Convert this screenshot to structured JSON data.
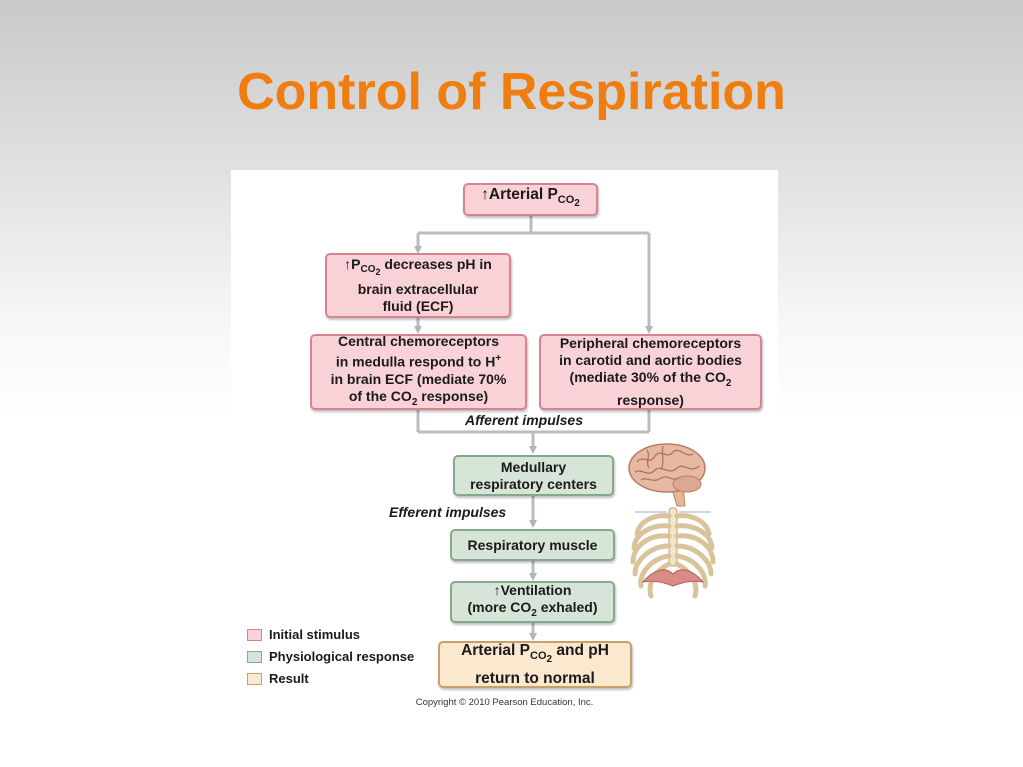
{
  "slide": {
    "title": "Control of Respiration"
  },
  "diagram": {
    "top_box": {
      "arrow": "↑",
      "text": "Arterial P",
      "sub": "CO",
      "sub2": "2"
    },
    "ecf_box": {
      "arrow": "↑",
      "p": "P",
      "sub": "CO",
      "sub2": "2",
      "line1_rest": " decreases pH in",
      "line2": "brain extracellular",
      "line3": "fluid (ECF)"
    },
    "central_box": {
      "line1": "Central chemoreceptors",
      "line2a": "in medulla respond to H",
      "line2sup": "+",
      "line3": "in brain ECF (mediate 70%",
      "line4a": "of the CO",
      "line4sub": "2",
      "line4b": " response)"
    },
    "peripheral_box": {
      "line1": "Peripheral chemoreceptors",
      "line2": "in carotid and aortic bodies",
      "line3a": "(mediate 30% of the CO",
      "line3sub": "2",
      "line4": "response)"
    },
    "afferent_label": "Afferent impulses",
    "medullary_box": {
      "line1": "Medullary",
      "line2": "respiratory centers"
    },
    "efferent_label": "Efferent impulses",
    "muscle_box": {
      "text": "Respiratory muscle"
    },
    "ventilation_box": {
      "arrow": "↑",
      "line1": "Ventilation",
      "line2a": "(more CO",
      "line2sub": "2",
      "line2b": " exhaled)"
    },
    "result_box": {
      "line1a": "Arterial P",
      "line1sub": "CO",
      "line1sub2": "2",
      "line1b": " and pH",
      "line2": "return to normal"
    }
  },
  "legend": [
    {
      "label": "Initial stimulus",
      "color": "#f9d2d8",
      "border": "#d9838f"
    },
    {
      "label": "Physiological response",
      "color": "#d7e4d8",
      "border": "#86a88b"
    },
    {
      "label": "Result",
      "color": "#fae8cf",
      "border": "#caa06a"
    }
  ],
  "copyright": "Copyright © 2010 Pearson Education, Inc.",
  "colors": {
    "title": "#f07d10",
    "connector": "#b8bcc4"
  }
}
